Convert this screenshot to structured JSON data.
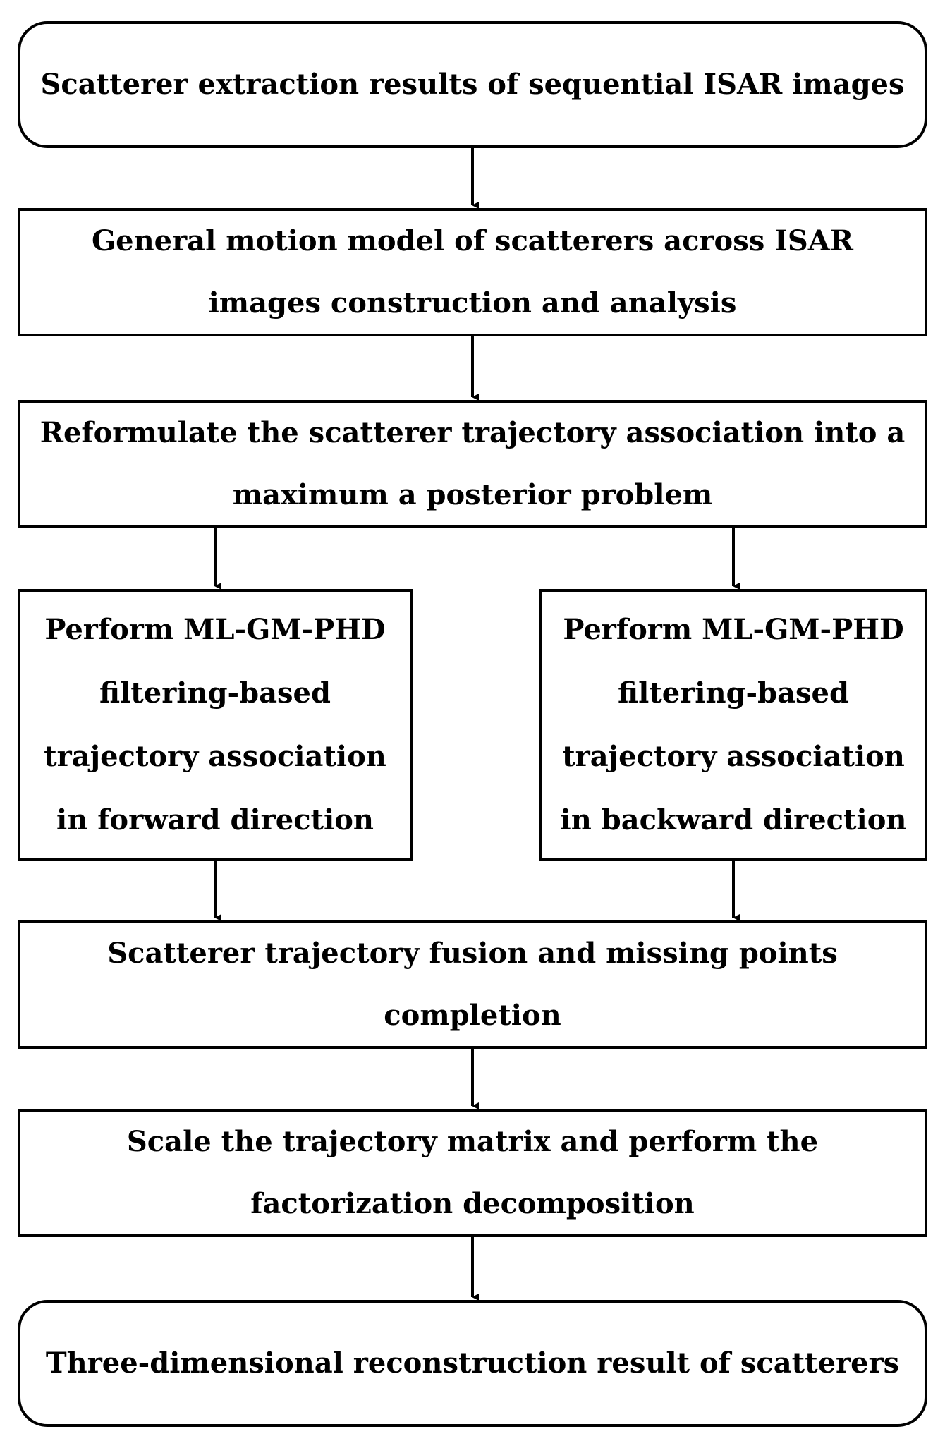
{
  "diagram": {
    "nodes": [
      {
        "id": "n1",
        "text": "Scatterer extraction results of sequential ISAR images"
      },
      {
        "id": "n2",
        "text": "General motion model of scatterers across ISAR images construction and analysis"
      },
      {
        "id": "n3",
        "text": "Reformulate the scatterer trajectory association into a maximum a posterior problem"
      },
      {
        "id": "n4",
        "text": "Perform ML-GM-PHD filtering-based trajectory association in forward direction"
      },
      {
        "id": "n5",
        "text": "Perform ML-GM-PHD filtering-based trajectory association in backward direction"
      },
      {
        "id": "n6",
        "text": "Scatterer trajectory fusion and missing points completion"
      },
      {
        "id": "n7",
        "text": "Scale the trajectory matrix and perform the factorization decomposition"
      },
      {
        "id": "n8",
        "text": "Three-dimensional reconstruction result of scatterers"
      }
    ],
    "edges": [
      {
        "from": "n1",
        "to": "n2"
      },
      {
        "from": "n2",
        "to": "n3"
      },
      {
        "from": "n3",
        "to": "n4"
      },
      {
        "from": "n3",
        "to": "n5"
      },
      {
        "from": "n4",
        "to": "n6"
      },
      {
        "from": "n5",
        "to": "n6"
      },
      {
        "from": "n6",
        "to": "n7"
      },
      {
        "from": "n7",
        "to": "n8"
      }
    ],
    "colors": {
      "stroke": "#000000",
      "fill": "#ffffff",
      "text": "#000000"
    }
  }
}
